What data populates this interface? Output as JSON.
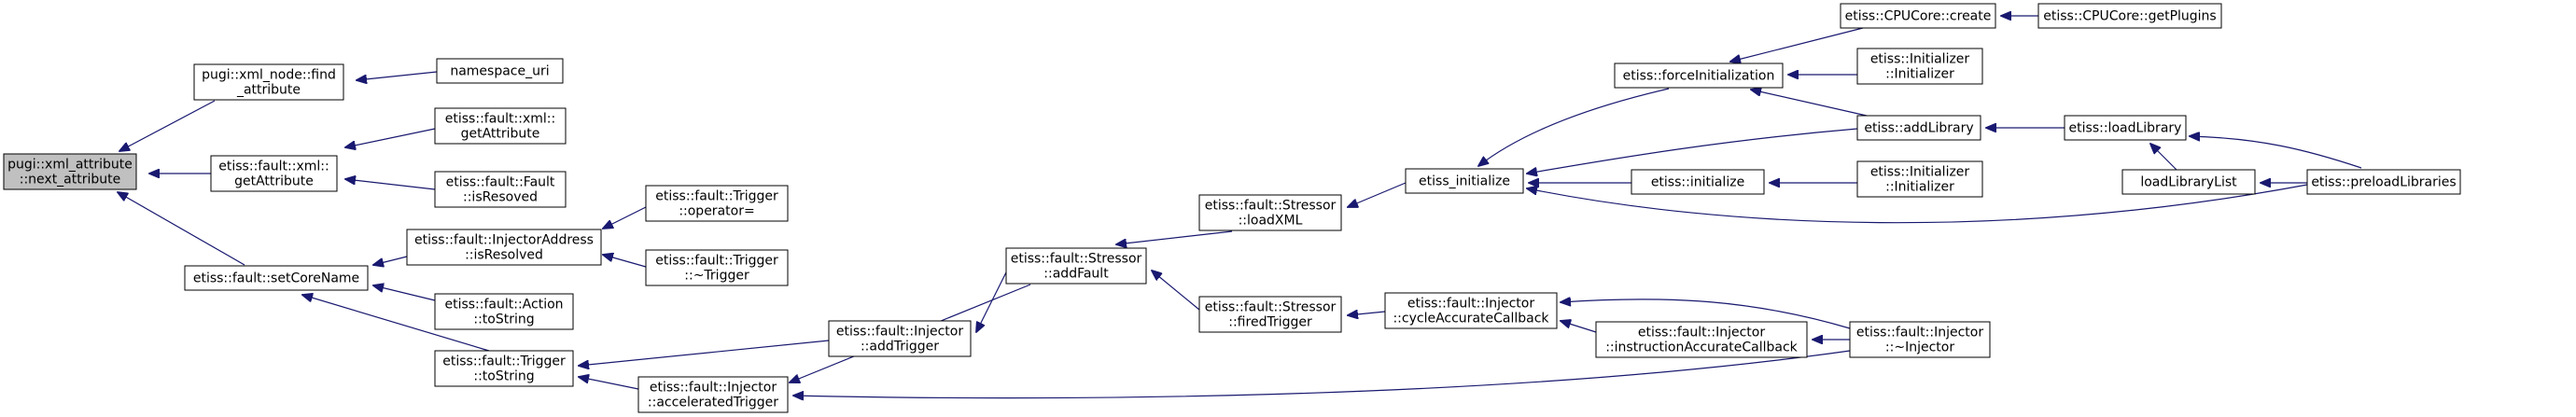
{
  "nodes": [
    {
      "id": "root",
      "lines": [
        "pugi::xml_attribute",
        "::next_attribute"
      ],
      "root": true
    },
    {
      "id": "find_attr",
      "lines": [
        "pugi::xml_node::find",
        "_attribute"
      ]
    },
    {
      "id": "ns_uri",
      "lines": [
        "namespace_uri"
      ]
    },
    {
      "id": "xml_get",
      "lines": [
        "etiss::fault::xml::",
        "getAttribute"
      ]
    },
    {
      "id": "xml_get2",
      "lines": [
        "etiss::fault::xml::",
        "getAttribute"
      ]
    },
    {
      "id": "fault_resolved",
      "lines": [
        "etiss::fault::Fault",
        "::isResoved"
      ]
    },
    {
      "id": "set_core",
      "lines": [
        "etiss::fault::setCoreName"
      ]
    },
    {
      "id": "inj_addr",
      "lines": [
        "etiss::fault::InjectorAddress",
        "::isResolved"
      ]
    },
    {
      "id": "trig_op",
      "lines": [
        "etiss::fault::Trigger",
        "::operator="
      ]
    },
    {
      "id": "trig_dtor",
      "lines": [
        "etiss::fault::Trigger",
        "::~Trigger"
      ]
    },
    {
      "id": "action_str",
      "lines": [
        "etiss::fault::Action",
        "::toString"
      ]
    },
    {
      "id": "trig_str",
      "lines": [
        "etiss::fault::Trigger",
        "::toString"
      ]
    },
    {
      "id": "add_trig",
      "lines": [
        "etiss::fault::Injector",
        "::addTrigger"
      ]
    },
    {
      "id": "acc_trig",
      "lines": [
        "etiss::fault::Injector",
        "::acceleratedTrigger"
      ]
    },
    {
      "id": "add_fault",
      "lines": [
        "etiss::fault::Stressor",
        "::addFault"
      ]
    },
    {
      "id": "load_xml",
      "lines": [
        "etiss::fault::Stressor",
        "::loadXML"
      ]
    },
    {
      "id": "fired_trig",
      "lines": [
        "etiss::fault::Stressor",
        "::firedTrigger"
      ]
    },
    {
      "id": "etiss_init",
      "lines": [
        "etiss_initialize"
      ]
    },
    {
      "id": "cycle_cb",
      "lines": [
        "etiss::fault::Injector",
        "::cycleAccurateCallback"
      ]
    },
    {
      "id": "instr_cb",
      "lines": [
        "etiss::fault::Injector",
        "::instructionAccurateCallback"
      ]
    },
    {
      "id": "inj_dtor",
      "lines": [
        "etiss::fault::Injector",
        "::~Injector"
      ]
    },
    {
      "id": "force_init",
      "lines": [
        "etiss::forceInitialization"
      ]
    },
    {
      "id": "initialize",
      "lines": [
        "etiss::initialize"
      ]
    },
    {
      "id": "cpu_create",
      "lines": [
        "etiss::CPUCore::create"
      ]
    },
    {
      "id": "get_plugins",
      "lines": [
        "etiss::CPUCore::getPlugins"
      ]
    },
    {
      "id": "init1",
      "lines": [
        "etiss::Initializer",
        "::Initializer"
      ]
    },
    {
      "id": "add_lib",
      "lines": [
        "etiss::addLibrary"
      ]
    },
    {
      "id": "init2",
      "lines": [
        "etiss::Initializer",
        "::Initializer"
      ]
    },
    {
      "id": "load_lib",
      "lines": [
        "etiss::loadLibrary"
      ]
    },
    {
      "id": "load_lib_list",
      "lines": [
        "loadLibraryList"
      ]
    },
    {
      "id": "preload",
      "lines": [
        "etiss::preloadLibraries"
      ]
    }
  ],
  "edges": [
    [
      "find_attr",
      "root"
    ],
    [
      "xml_get",
      "root"
    ],
    [
      "set_core",
      "root"
    ],
    [
      "ns_uri",
      "find_attr"
    ],
    [
      "xml_get2",
      "xml_get"
    ],
    [
      "fault_resolved",
      "xml_get"
    ],
    [
      "inj_addr",
      "set_core"
    ],
    [
      "action_str",
      "set_core"
    ],
    [
      "trig_str",
      "set_core"
    ],
    [
      "trig_op",
      "inj_addr"
    ],
    [
      "trig_dtor",
      "inj_addr"
    ],
    [
      "add_trig",
      "trig_str"
    ],
    [
      "acc_trig",
      "trig_str"
    ],
    [
      "add_fault",
      "add_trig"
    ],
    [
      "add_fault",
      "acc_trig"
    ],
    [
      "load_xml",
      "add_fault"
    ],
    [
      "fired_trig",
      "add_fault"
    ],
    [
      "etiss_init",
      "load_xml"
    ],
    [
      "cycle_cb",
      "fired_trig"
    ],
    [
      "instr_cb",
      "cycle_cb"
    ],
    [
      "inj_dtor",
      "cycle_cb"
    ],
    [
      "inj_dtor",
      "instr_cb"
    ],
    [
      "inj_dtor",
      "acc_trig"
    ],
    [
      "force_init",
      "etiss_init"
    ],
    [
      "add_lib",
      "etiss_init"
    ],
    [
      "initialize",
      "etiss_init"
    ],
    [
      "preload",
      "etiss_init"
    ],
    [
      "cpu_create",
      "force_init"
    ],
    [
      "init1",
      "force_init"
    ],
    [
      "add_lib",
      "force_init"
    ],
    [
      "get_plugins",
      "cpu_create"
    ],
    [
      "init2",
      "initialize"
    ],
    [
      "load_lib",
      "add_lib"
    ],
    [
      "load_lib_list",
      "load_lib"
    ],
    [
      "preload",
      "load_lib"
    ],
    [
      "preload",
      "load_lib_list"
    ]
  ]
}
